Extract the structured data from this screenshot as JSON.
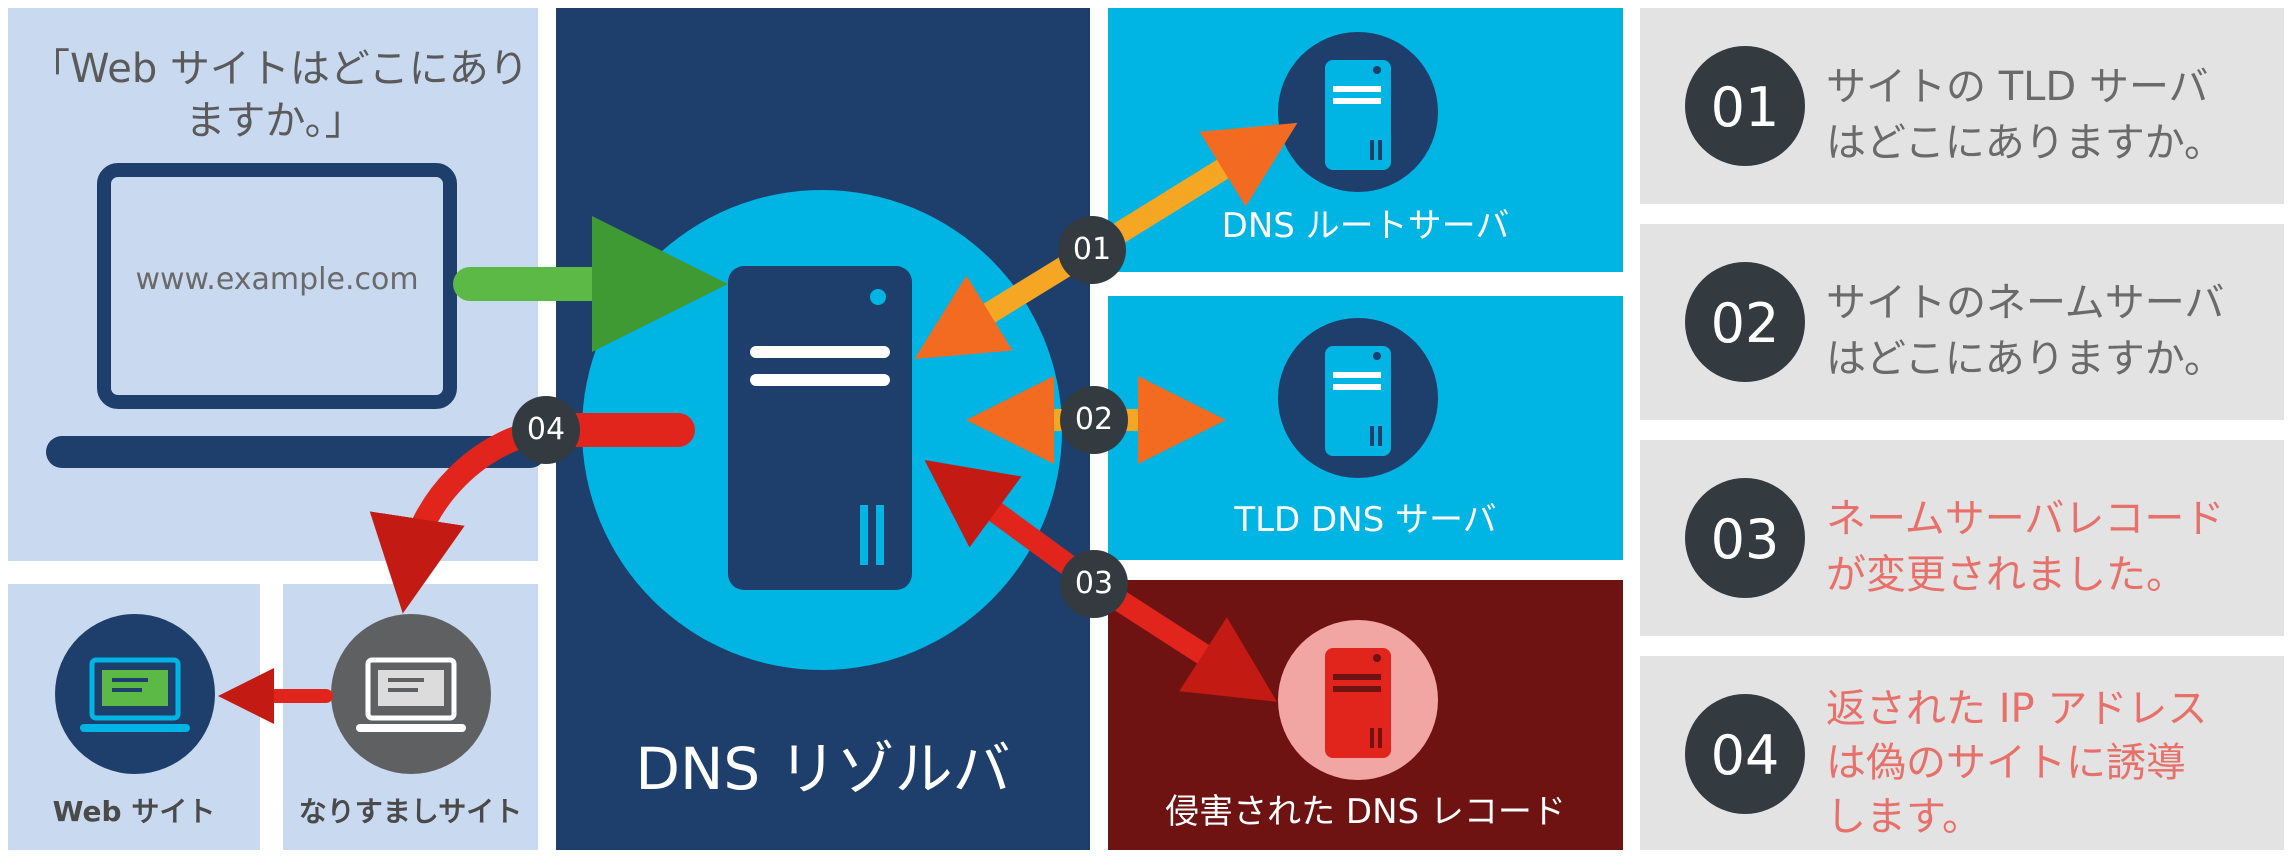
{
  "user": {
    "question_line1": "「Web サイトはどこにあり",
    "question_line2": "ますか。」",
    "url": "www.example.com"
  },
  "resolver": {
    "label": "DNS リゾルバ"
  },
  "servers": {
    "root": {
      "label": "DNS ルートサーバ"
    },
    "tld": {
      "label": "TLD DNS サーバ"
    },
    "compromised": {
      "label": "侵害された DNS レコード"
    }
  },
  "sites": {
    "web": {
      "label": "Web サイト"
    },
    "spoof": {
      "label": "なりすましサイト"
    }
  },
  "flow_badges": [
    "01",
    "02",
    "03",
    "04"
  ],
  "steps": [
    {
      "num": "01",
      "line1": "サイトの TLD サーバ",
      "line2": "はどこにありますか。",
      "line3": ""
    },
    {
      "num": "02",
      "line1": "サイトのネームサーバ",
      "line2": "はどこにありますか。",
      "line3": ""
    },
    {
      "num": "03",
      "line1": "ネームサーバレコード",
      "line2": "が変更されました。",
      "line3": ""
    },
    {
      "num": "04",
      "line1": "返された IP アドレス",
      "line2": "は偽のサイトに誘導",
      "line3": "します。"
    }
  ],
  "colors": {
    "light_blue": "#c9d9ef",
    "navy": "#1e3f6b",
    "cyan": "#00b5e4",
    "dark_red": "#6e1212",
    "gray_panel": "#e3e3e3",
    "orange": "#f5a623",
    "red": "#e2251c",
    "green": "#5cb946",
    "salmon": "#e8706a",
    "text_gray": "#6a6a6a"
  }
}
